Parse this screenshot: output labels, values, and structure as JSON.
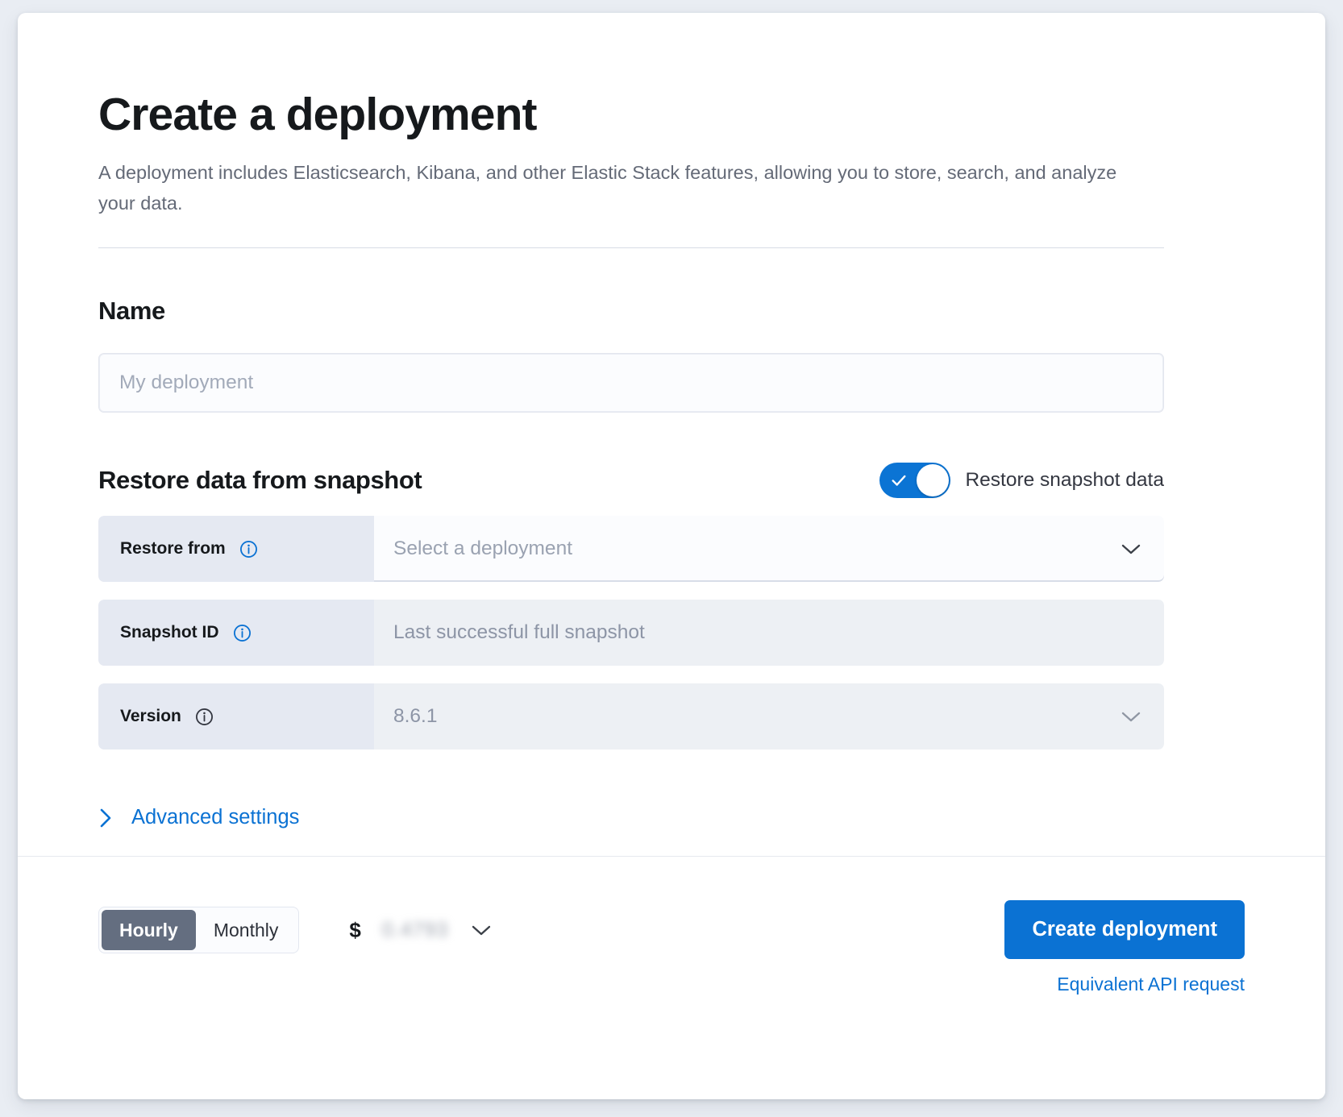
{
  "header": {
    "title": "Create a deployment",
    "description": "A deployment includes Elasticsearch, Kibana, and other Elastic Stack features, allowing you to store, search, and analyze your data."
  },
  "name_section": {
    "title": "Name",
    "placeholder": "My deployment",
    "value": ""
  },
  "restore_section": {
    "title": "Restore data from snapshot",
    "toggle_label": "Restore snapshot data",
    "toggle_state": "on",
    "rows": [
      {
        "label": "Restore from",
        "icon": "info-icon",
        "icon_color": "#0b72d3",
        "value": "Select a deployment",
        "control": "select",
        "state": "enabled"
      },
      {
        "label": "Snapshot ID",
        "icon": "info-icon",
        "icon_color": "#0b72d3",
        "value": "Last successful full snapshot",
        "control": "text",
        "state": "disabled"
      },
      {
        "label": "Version",
        "icon": "info-icon",
        "icon_color": "#343741",
        "value": "8.6.1",
        "control": "select",
        "state": "disabled"
      }
    ]
  },
  "advanced": {
    "label": "Advanced settings",
    "icon": "chevron-right-icon",
    "expanded": false
  },
  "footer": {
    "billing_options": [
      "Hourly",
      "Monthly"
    ],
    "billing_selected": "Hourly",
    "price_currency": "$",
    "price_value": "0.4793",
    "price_blurred": true,
    "price_chevron": "chevron-down-icon",
    "create_button": "Create deployment",
    "api_link": "Equivalent API request"
  },
  "colors": {
    "accent": "#0b72d3",
    "toggle_on": "#0b74d4",
    "prepend_bg": "#e5e9f2",
    "disabled_bg": "#edf0f4",
    "segment_active": "#646e80",
    "page_bg": "#e9edf3"
  }
}
